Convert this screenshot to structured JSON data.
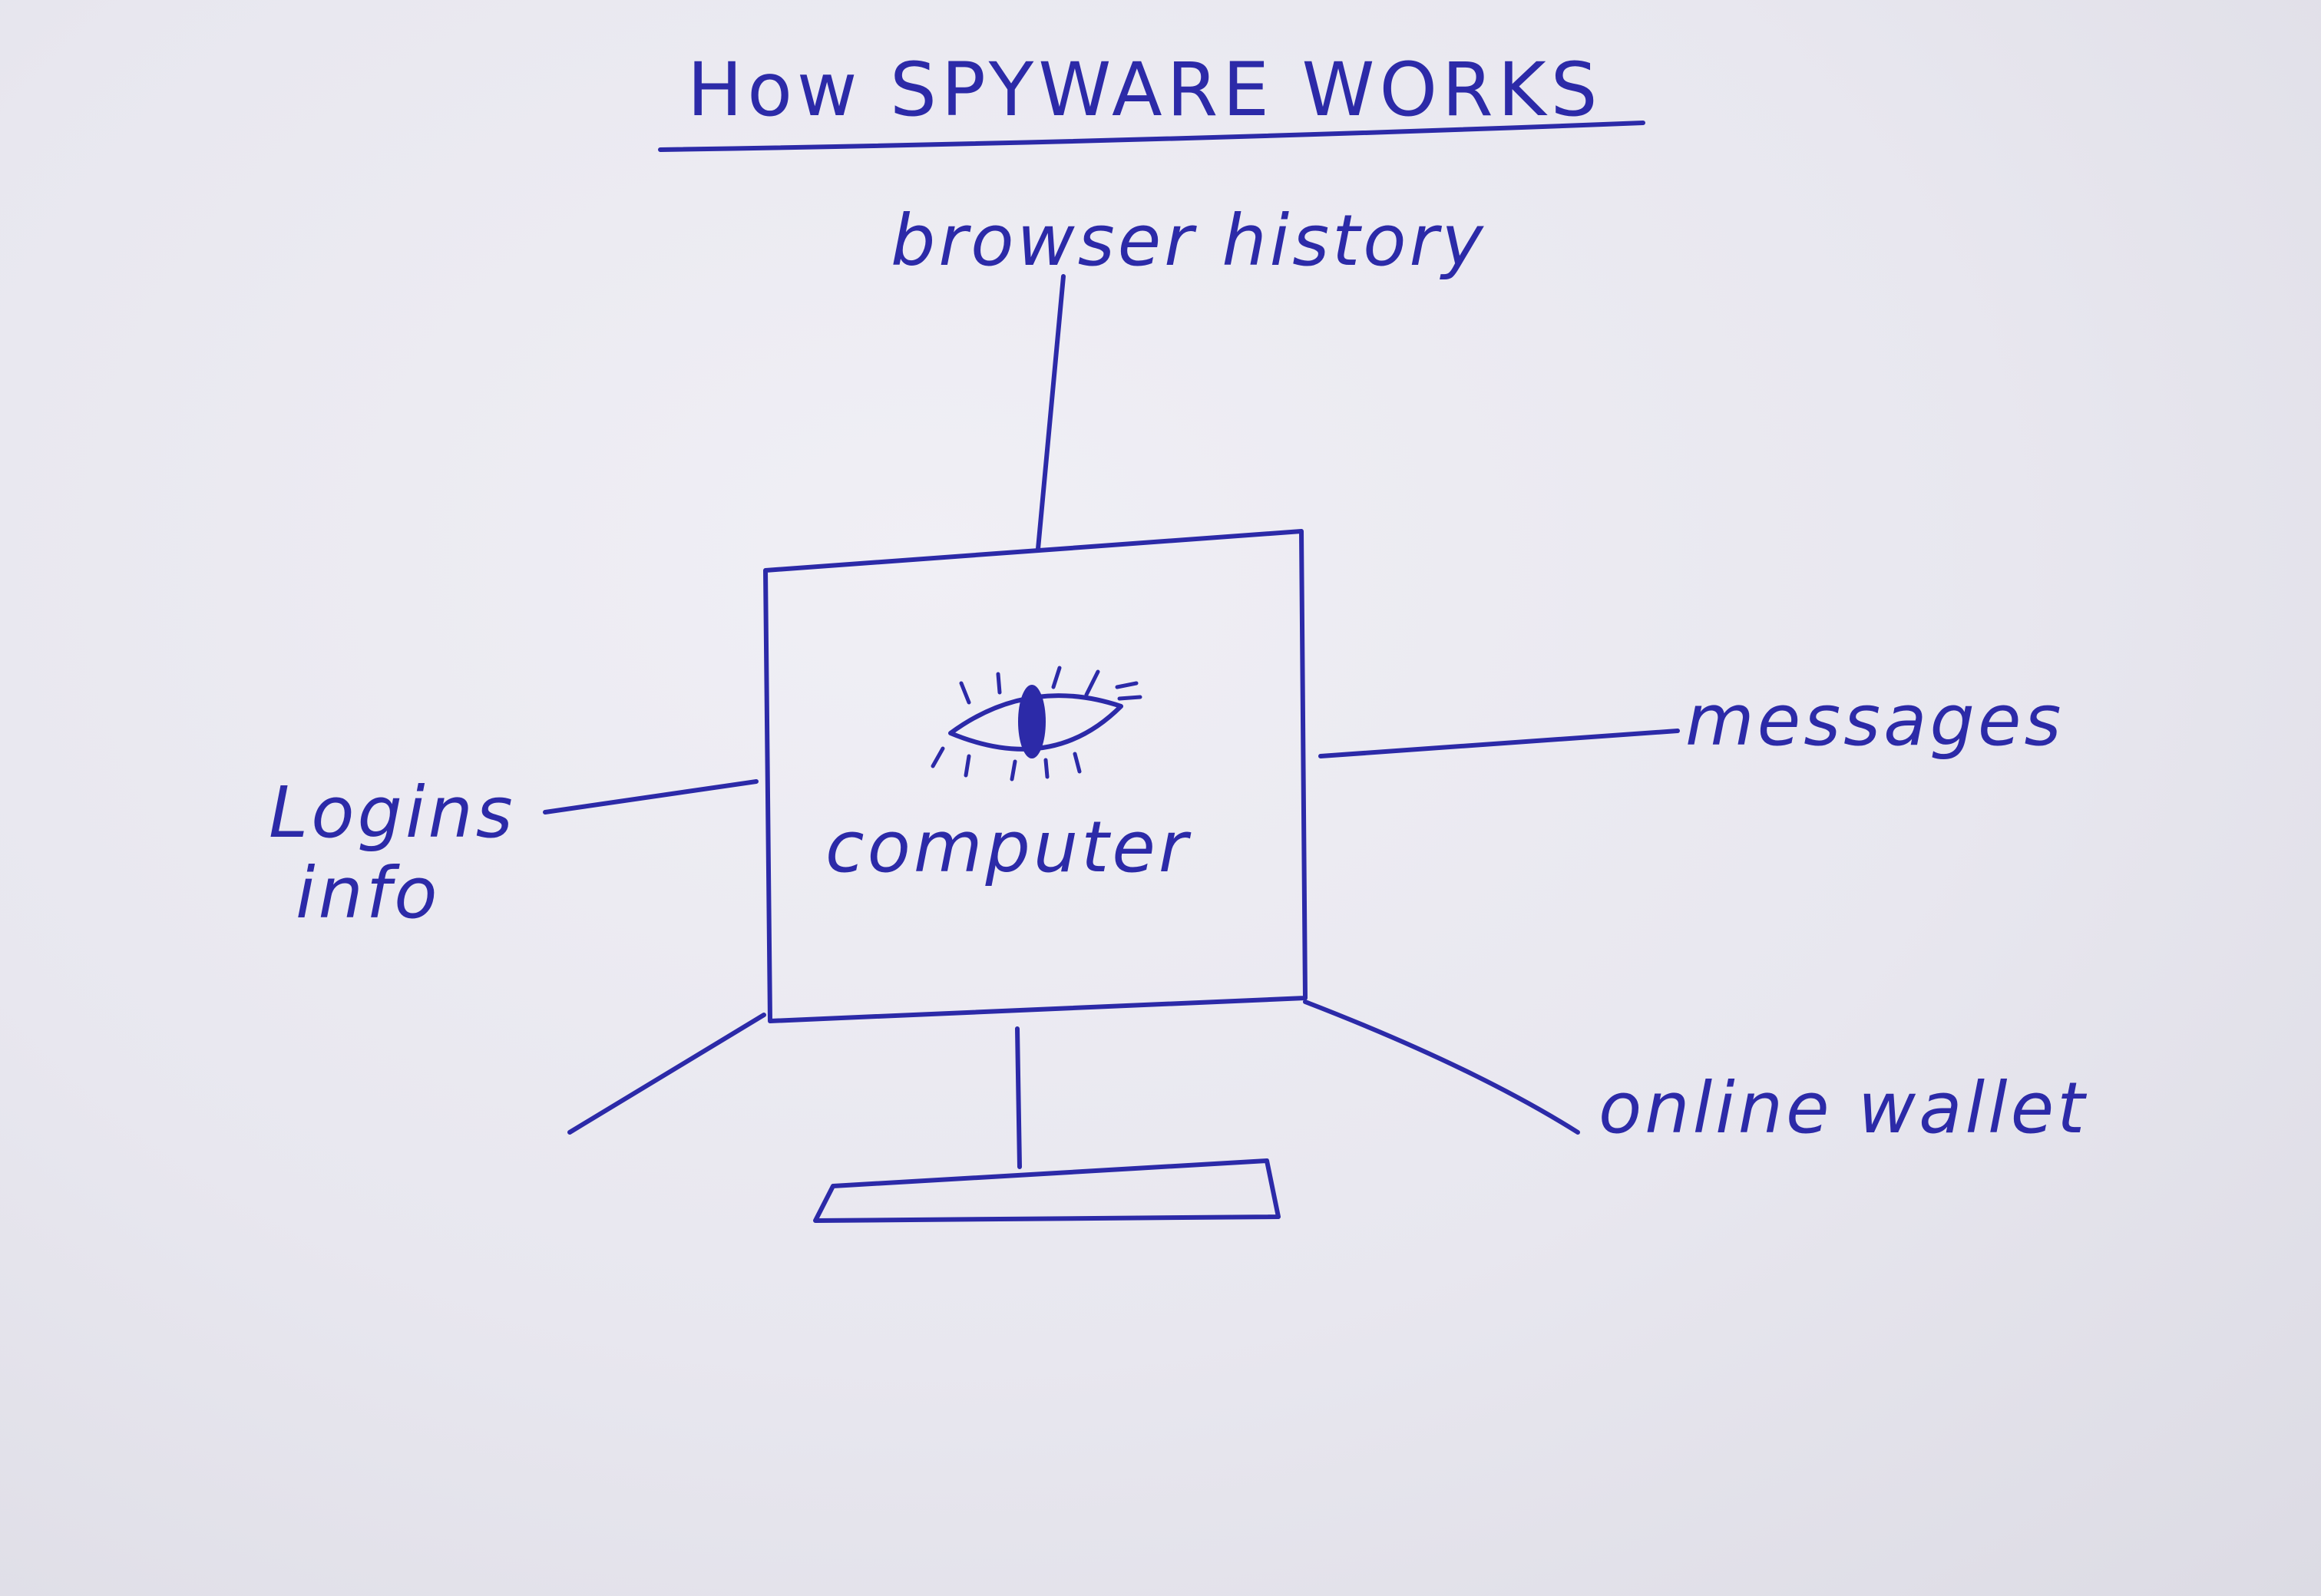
{
  "diagram": {
    "title": "How SPYWARE WORKS",
    "center_label": "computer",
    "nodes": {
      "top": "browser history",
      "left_line1": "Logins",
      "left_line2": "info",
      "right": "messages",
      "bottom_right": "online wallet"
    },
    "ink_color": "#2c2aa8",
    "paper_color": "#e7e6ee",
    "icons": {
      "eye": "eye-icon"
    }
  }
}
